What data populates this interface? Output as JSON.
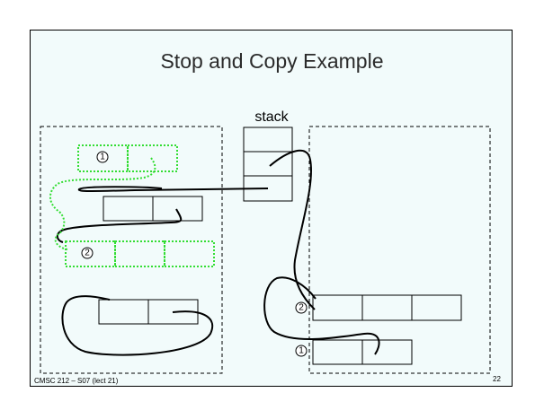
{
  "slide": {
    "title": "Stop and Copy Example",
    "stack_label": "stack",
    "footer_left": "CMSC 212 – S07 (lect 21)",
    "page_number": "22"
  },
  "badges": {
    "from_1": "1",
    "from_2": "2",
    "to_1": "1",
    "to_2": "2"
  },
  "colors": {
    "forwarded": "#33dd33",
    "ink": "#000000",
    "background": "#f2fbfb"
  }
}
